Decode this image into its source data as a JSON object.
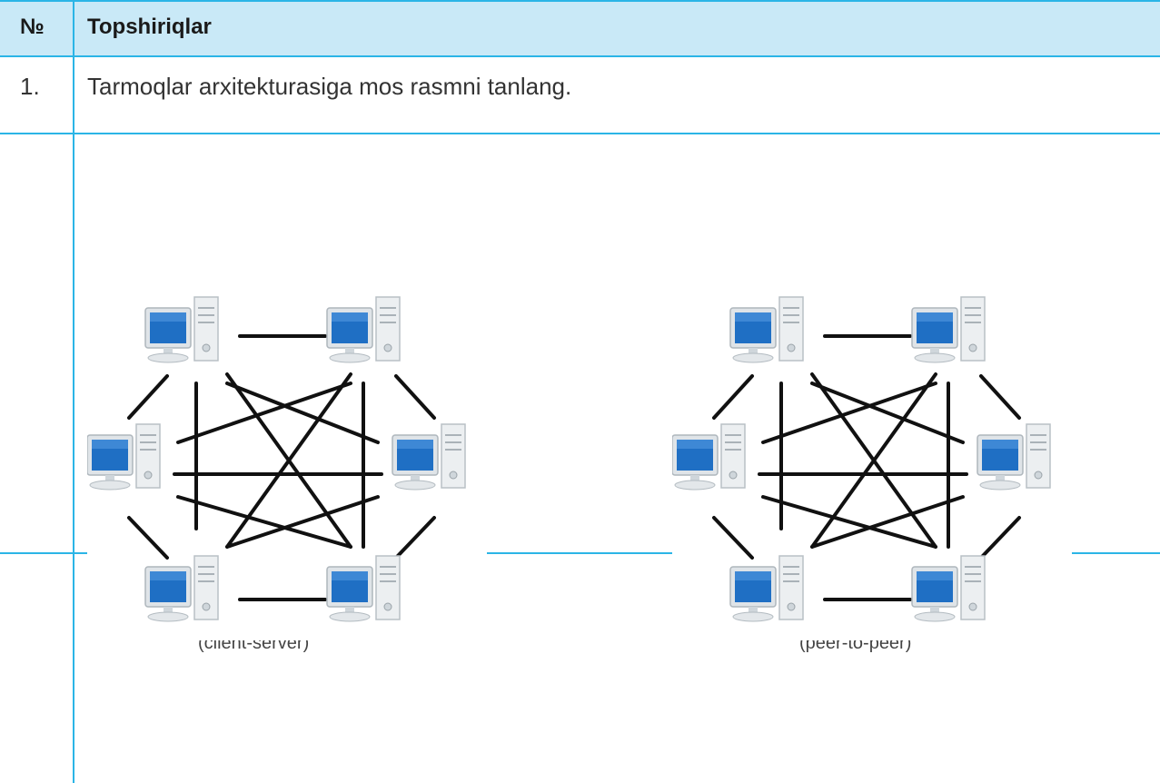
{
  "table": {
    "header_number": "№",
    "header_title": "Topshiriqlar",
    "row_number": "1.",
    "task": "Tarmoqlar arxitekturasiga mos rasmni tanlang."
  },
  "diagrams": [
    {
      "caption": "(client-server)"
    },
    {
      "caption": "(peer-to-peer)"
    }
  ],
  "colors": {
    "table_border": "#2bb5e6",
    "header_background": "#c9e9f7",
    "monitor_screen": "#1f6fc4"
  }
}
